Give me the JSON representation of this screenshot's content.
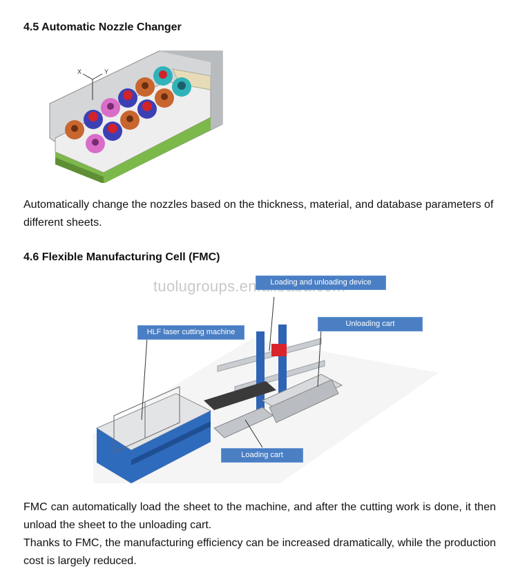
{
  "section_45": {
    "heading": "4.5 Automatic Nozzle Changer",
    "axis_labels": {
      "x": "X",
      "y": "Y"
    },
    "description": "Automatically change the nozzles based on the thickness, material, and database parameters of different sheets."
  },
  "section_46": {
    "heading": "4.6 Flexible Manufacturing Cell (FMC)",
    "watermark": "tuolugroups.en.alibaba.com",
    "callouts": {
      "loading_unloading": "Loading and unloading device",
      "unloading_cart": "Unloading cart",
      "laser_machine": "HLF laser cutting machine",
      "loading_cart": "Loading cart"
    },
    "description_1": "FMC can automatically load the sheet to the machine, and after the cutting work is done, it then unload the sheet to the unloading cart.",
    "description_2": "Thanks to FMC, the manufacturing efficiency can be increased dramatically, while the production cost is largely reduced."
  }
}
